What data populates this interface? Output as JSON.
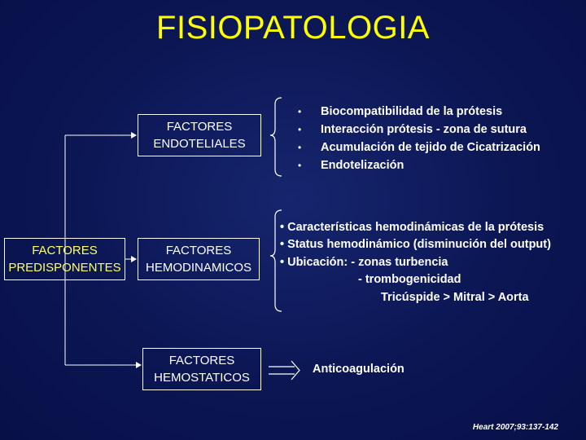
{
  "title": "FISIOPATOLOGIA",
  "root": {
    "line1": "FACTORES",
    "line2": "PREDISPONENTES"
  },
  "branches": [
    {
      "line1": "FACTORES",
      "line2": "ENDOTELIALES",
      "items": [
        "Biocompatibilidad de la prótesis",
        "Interacción prótesis - zona de sutura",
        "Acumulación de tejido de Cicatrización",
        "Endotelización"
      ]
    },
    {
      "line1": "FACTORES",
      "line2": "HEMODINAMICOS",
      "items": [
        "• Características hemodinámicas de la prótesis",
        "• Status hemodinámico (disminución del output)",
        "• Ubicación: - zonas turbencia",
        "- trombogenicidad",
        "Tricúspide  >  Mitral  >  Aorta"
      ]
    },
    {
      "line1": "FACTORES",
      "line2": "HEMOSTATICOS",
      "result": "Anticoagulación"
    }
  ],
  "bullet_symbol": "•",
  "citation": "Heart 2007;93:137-142",
  "colors": {
    "background": "#0b1653",
    "title": "#ffff00",
    "root_text": "#ffff66",
    "text": "#ffffff"
  }
}
